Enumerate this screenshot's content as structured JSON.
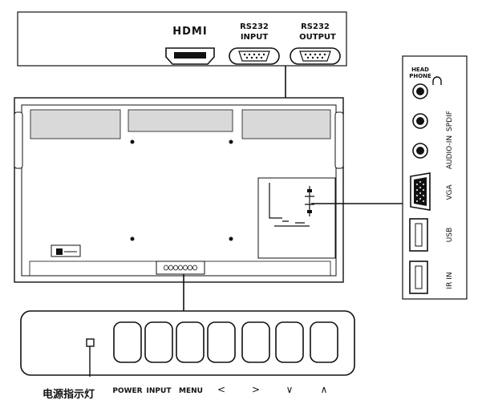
{
  "top_panel": {
    "hdmi_label": "HDMI",
    "rs232_input": {
      "line1": "RS232",
      "line2": "INPUT"
    },
    "rs232_output": {
      "line1": "RS232",
      "line2": "OUTPUT"
    }
  },
  "side_panel": {
    "ports": [
      {
        "label": "HEAD PHONE",
        "line1": "HEAD",
        "line2": "PHONE",
        "icon": "headphone-icon"
      },
      {
        "label": "SPDIF"
      },
      {
        "label": "AUDIO-IN"
      },
      {
        "label": "VGA"
      },
      {
        "label": "USB"
      },
      {
        "label": "IR IN"
      }
    ]
  },
  "control_bar": {
    "indicator_label": "电源指示灯",
    "buttons": [
      {
        "label": "POWER"
      },
      {
        "label": "INPUT"
      },
      {
        "label": "MENU"
      },
      {
        "label": "<"
      },
      {
        "label": ">"
      },
      {
        "label": "∨"
      },
      {
        "label": "∧"
      }
    ]
  },
  "colors": {
    "line": "#111111",
    "vent": "#d9d9d9",
    "panel": "#ffffff"
  }
}
